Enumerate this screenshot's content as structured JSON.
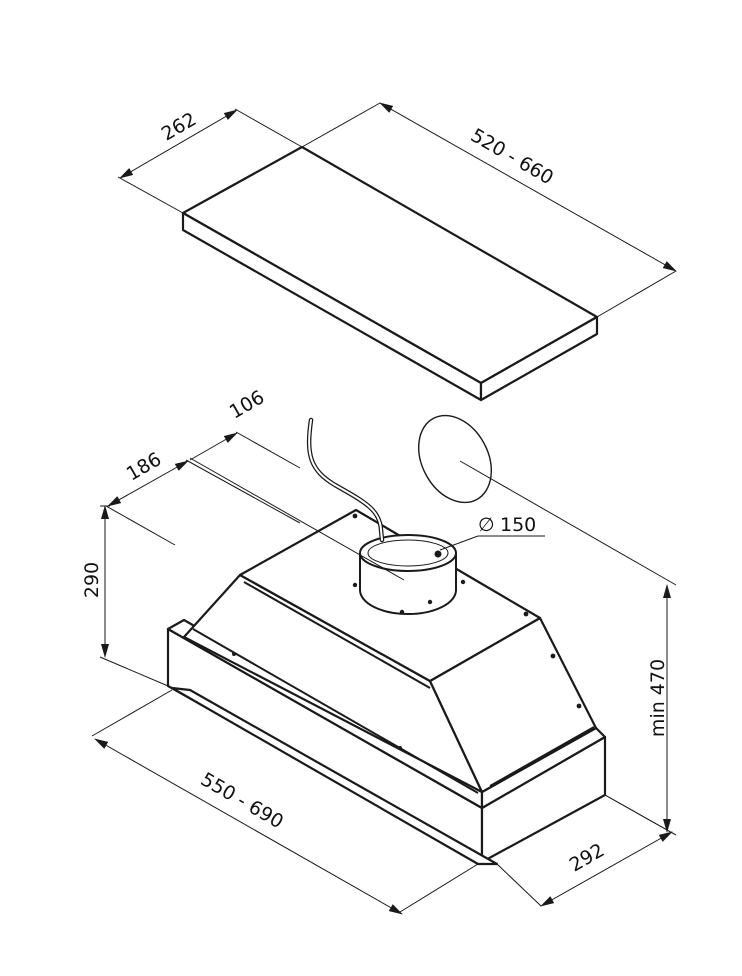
{
  "dimensions": {
    "board_depth": "262",
    "board_length": "520 - 660",
    "offset_a": "106",
    "offset_b": "186",
    "height": "290",
    "duct_diameter": "150",
    "mount_height": "min 470",
    "width": "550 - 690",
    "depth": "292"
  },
  "symbols": {
    "diameter": "∅"
  }
}
